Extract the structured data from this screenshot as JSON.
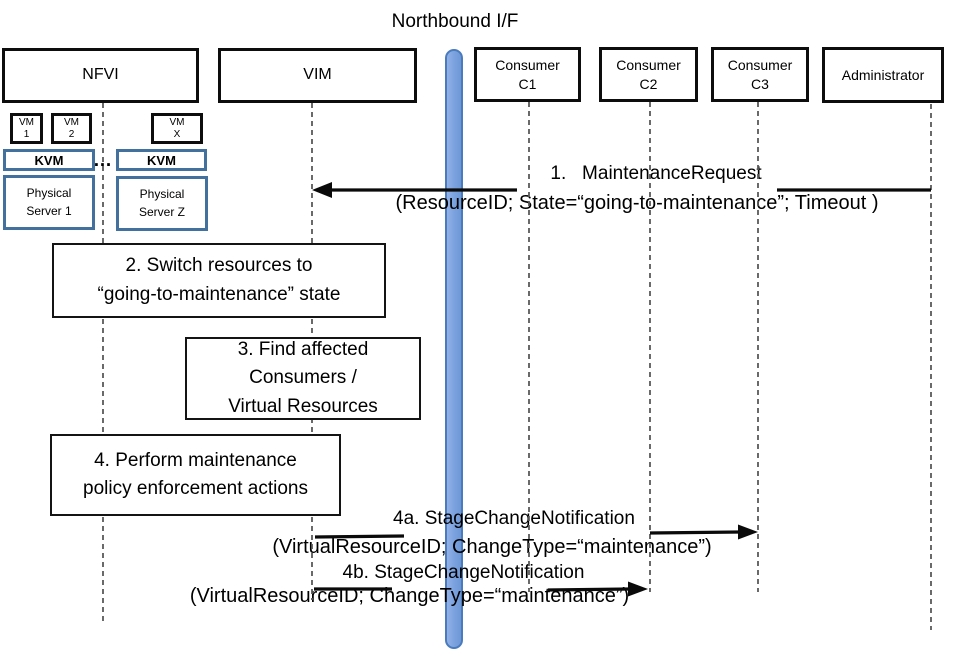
{
  "title": "Northbound I/F",
  "actors": {
    "nfvi": {
      "label": "NFVI"
    },
    "vim": {
      "label": "VIM"
    },
    "c1": {
      "lines": [
        "Consumer",
        "C1"
      ]
    },
    "c2": {
      "lines": [
        "Consumer",
        "C2"
      ]
    },
    "c3": {
      "lines": [
        "Consumer",
        "C3"
      ]
    },
    "admin": {
      "label": "Administrator"
    }
  },
  "nfvi_internals": {
    "vm1": {
      "lines": [
        "VM",
        "1"
      ]
    },
    "vm2": {
      "lines": [
        "VM",
        "2"
      ]
    },
    "vmx": {
      "lines": [
        "VM",
        "X"
      ]
    },
    "kvm1": {
      "label": "KVM"
    },
    "kvm2": {
      "label": "KVM"
    },
    "ellipsis": "…",
    "server1": {
      "lines": [
        "Physical",
        "Server 1"
      ]
    },
    "serverz": {
      "lines": [
        "Physical",
        "Server Z"
      ]
    }
  },
  "messages": {
    "m1": {
      "label": "1.   MaintenanceRequest",
      "params": "(ResourceID; State=“going-to-maintenance”; Timeout )"
    },
    "m4a": {
      "label": "4a. StageChangeNotification",
      "params": "(VirtualResourceID; ChangeType=“maintenance”)"
    },
    "m4b": {
      "label": "4b. StageChangeNotification",
      "params": "(VirtualResourceID; ChangeType=“maintenance”)"
    }
  },
  "steps": {
    "s2": {
      "lines": [
        "2. Switch resources to",
        "“going-to-maintenance” state"
      ]
    },
    "s3": {
      "lines": [
        "3. Find affected",
        "Consumers /",
        "Virtual Resources"
      ]
    },
    "s4": {
      "lines": [
        "4. Perform maintenance",
        "policy enforcement actions"
      ]
    }
  },
  "colors": {
    "blue_box_border": "#41719c",
    "bar_fill": "#7da4e0",
    "bar_border": "#4a7bbd",
    "lifeline_gray": "#595959",
    "arrow_black": "#0a0a0a"
  }
}
